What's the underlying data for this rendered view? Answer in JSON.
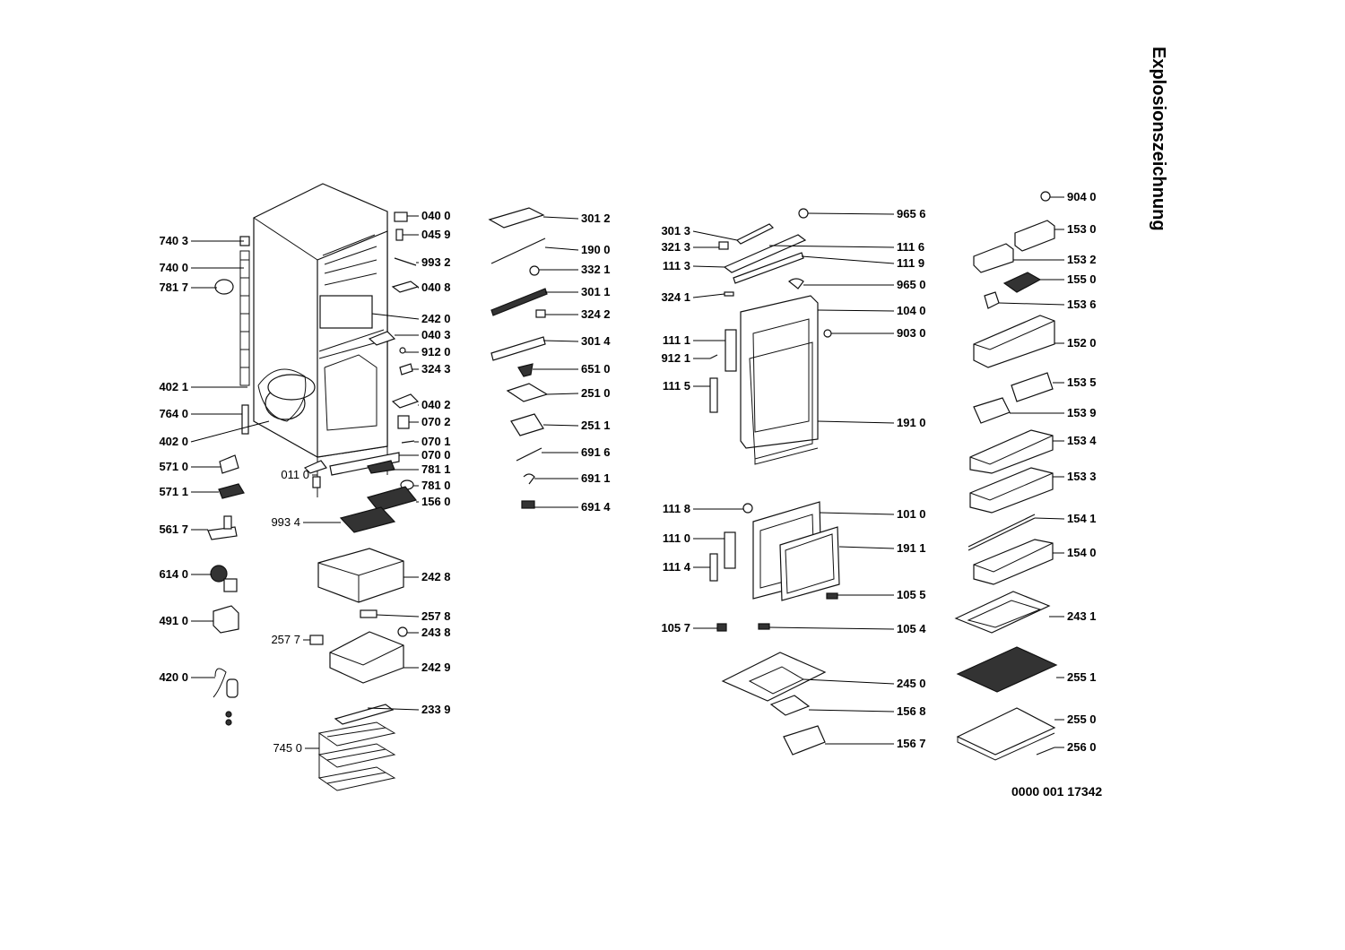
{
  "title": "Explosionszeichnung",
  "document_number": "0000 001 17342",
  "part_labels": [
    {
      "id": "p1",
      "text": "740 3"
    },
    {
      "id": "p2",
      "text": "740 0"
    },
    {
      "id": "p3",
      "text": "781 7"
    },
    {
      "id": "p4",
      "text": "402 1"
    },
    {
      "id": "p5",
      "text": "764 0"
    },
    {
      "id": "p6",
      "text": "402 0"
    },
    {
      "id": "p7",
      "text": "571 0"
    },
    {
      "id": "p8",
      "text": "571 1"
    },
    {
      "id": "p9",
      "text": "561 7"
    },
    {
      "id": "p10",
      "text": "614 0"
    },
    {
      "id": "p11",
      "text": "491 0"
    },
    {
      "id": "p12",
      "text": "420 0"
    },
    {
      "id": "p13",
      "text": "040 0"
    },
    {
      "id": "p14",
      "text": "045 9"
    },
    {
      "id": "p15",
      "text": "993 2"
    },
    {
      "id": "p16",
      "text": "040 8"
    },
    {
      "id": "p17",
      "text": "242 0"
    },
    {
      "id": "p18",
      "text": "040 3"
    },
    {
      "id": "p19",
      "text": "912 0"
    },
    {
      "id": "p20",
      "text": "324 3"
    },
    {
      "id": "p21",
      "text": "040 2"
    },
    {
      "id": "p22",
      "text": "070 2"
    },
    {
      "id": "p23",
      "text": "070 1"
    },
    {
      "id": "p24",
      "text": "070 0"
    },
    {
      "id": "p25",
      "text": "781 1"
    },
    {
      "id": "p26",
      "text": "011 0"
    },
    {
      "id": "p27",
      "text": "781 0"
    },
    {
      "id": "p28",
      "text": "156 0"
    },
    {
      "id": "p29",
      "text": "993 4"
    },
    {
      "id": "p30",
      "text": "242 8"
    },
    {
      "id": "p31",
      "text": "257 8"
    },
    {
      "id": "p32",
      "text": "257 7"
    },
    {
      "id": "p33",
      "text": "243 8"
    },
    {
      "id": "p34",
      "text": "242 9"
    },
    {
      "id": "p35",
      "text": "233 9"
    },
    {
      "id": "p36",
      "text": "745 0"
    },
    {
      "id": "p37",
      "text": "301 2"
    },
    {
      "id": "p38",
      "text": "190 0"
    },
    {
      "id": "p39",
      "text": "332 1"
    },
    {
      "id": "p40",
      "text": "301 1"
    },
    {
      "id": "p41",
      "text": "324 2"
    },
    {
      "id": "p42",
      "text": "301 4"
    },
    {
      "id": "p43",
      "text": "651 0"
    },
    {
      "id": "p44",
      "text": "251 0"
    },
    {
      "id": "p45",
      "text": "251 1"
    },
    {
      "id": "p46",
      "text": "691 6"
    },
    {
      "id": "p47",
      "text": "691 1"
    },
    {
      "id": "p48",
      "text": "691 4"
    },
    {
      "id": "p49",
      "text": "301 3"
    },
    {
      "id": "p50",
      "text": "321 3"
    },
    {
      "id": "p51",
      "text": "111 3"
    },
    {
      "id": "p52",
      "text": "324 1"
    },
    {
      "id": "p53",
      "text": "111 1"
    },
    {
      "id": "p54",
      "text": "912 1"
    },
    {
      "id": "p55",
      "text": "111 5"
    },
    {
      "id": "p56",
      "text": "111 8"
    },
    {
      "id": "p57",
      "text": "111 0"
    },
    {
      "id": "p58",
      "text": "111 4"
    },
    {
      "id": "p59",
      "text": "105 7"
    },
    {
      "id": "p60",
      "text": "965 6"
    },
    {
      "id": "p61",
      "text": "111 6"
    },
    {
      "id": "p62",
      "text": "111 9"
    },
    {
      "id": "p63",
      "text": "965 0"
    },
    {
      "id": "p64",
      "text": "104 0"
    },
    {
      "id": "p65",
      "text": "903 0"
    },
    {
      "id": "p66",
      "text": "191 0"
    },
    {
      "id": "p67",
      "text": "101 0"
    },
    {
      "id": "p68",
      "text": "191 1"
    },
    {
      "id": "p69",
      "text": "105 5"
    },
    {
      "id": "p70",
      "text": "105 4"
    },
    {
      "id": "p71",
      "text": "245 0"
    },
    {
      "id": "p72",
      "text": "156 8"
    },
    {
      "id": "p73",
      "text": "156 7"
    },
    {
      "id": "p74",
      "text": "904 0"
    },
    {
      "id": "p75",
      "text": "153 0"
    },
    {
      "id": "p76",
      "text": "153 2"
    },
    {
      "id": "p77",
      "text": "155 0"
    },
    {
      "id": "p78",
      "text": "153 6"
    },
    {
      "id": "p79",
      "text": "152 0"
    },
    {
      "id": "p80",
      "text": "153 5"
    },
    {
      "id": "p81",
      "text": "153 9"
    },
    {
      "id": "p82",
      "text": "153 4"
    },
    {
      "id": "p83",
      "text": "153 3"
    },
    {
      "id": "p84",
      "text": "154 1"
    },
    {
      "id": "p85",
      "text": "154 0"
    },
    {
      "id": "p86",
      "text": "243 1"
    },
    {
      "id": "p87",
      "text": "255 1"
    },
    {
      "id": "p88",
      "text": "255 0"
    },
    {
      "id": "p89",
      "text": "256 0"
    }
  ]
}
